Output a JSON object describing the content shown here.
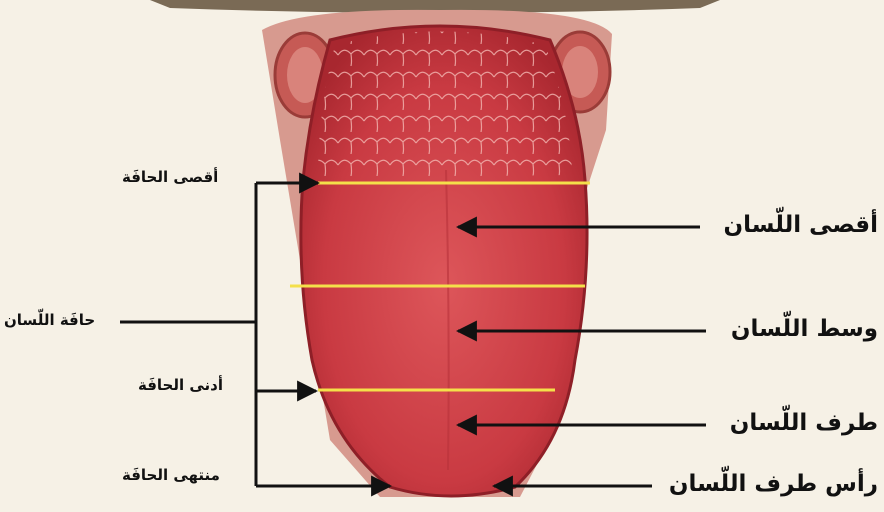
{
  "diagram": {
    "right_labels": [
      "أقصى اللّسان",
      "وسط اللّسان",
      "طرف اللّسان",
      "رأس طرف اللّسان"
    ],
    "left_labels": {
      "group": "حافَة اللّسان",
      "items": [
        "أقصى الحافَة",
        "أدنى الحافَة",
        "منتهى الحافَة"
      ]
    },
    "colors": {
      "tongue": "#d8474c",
      "tongue_dark": "#a8272f",
      "divider_lines": "#f4e04a",
      "arrows": "#111111",
      "background": "#f6f1e6"
    }
  }
}
